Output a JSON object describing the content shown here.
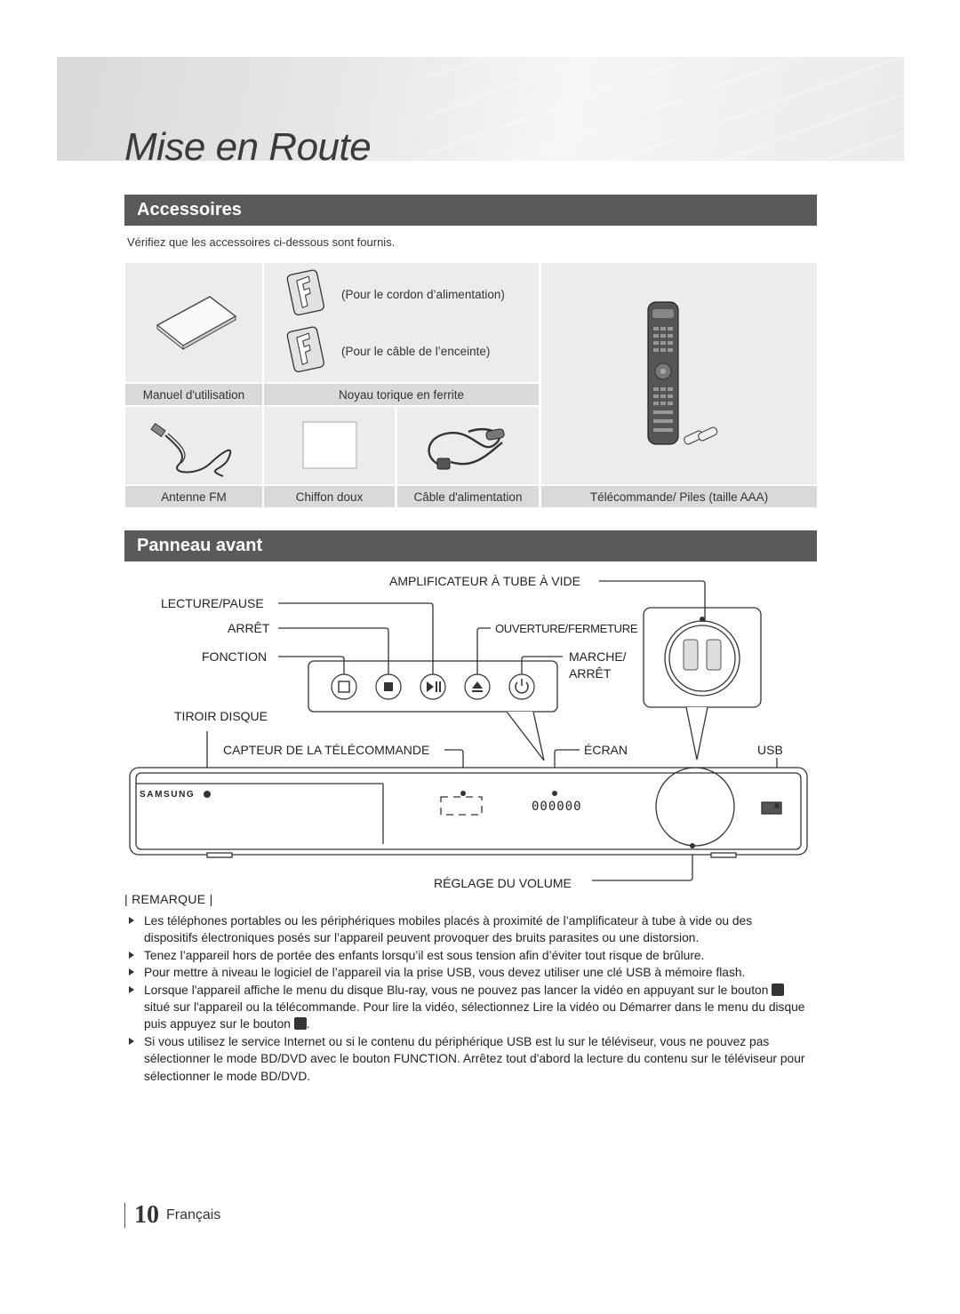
{
  "chapter_title": "Mise en Route",
  "accessories": {
    "section_title": "Accessoires",
    "intro": "Vérifiez que les accessoires ci-dessous sont fournis.",
    "core_note_power": "(Pour le cordon d’alimentation)",
    "core_note_speaker": "(Pour le câble de l’enceinte)",
    "labels": {
      "manual": "Manuel d'utilisation",
      "ferrite": "Noyau torique en ferrite",
      "fm_antenna": "Antenne FM",
      "cloth": "Chiffon doux",
      "power_cable": "Câble d'alimentation",
      "remote": "Télécommande/ Piles (taille AAA)"
    }
  },
  "front_panel": {
    "section_title": "Panneau avant",
    "callouts": {
      "tube_amp": "AMPLIFICATEUR À TUBE À VIDE",
      "play_pause": "LECTURE/PAUSE",
      "stop": "ARRÊT",
      "open_close": "OUVERTURE/FERMETURE",
      "function": "FONCTION",
      "power_1": "MARCHE/",
      "power_2": "ARRÊT",
      "disc_tray": "TIROIR DISQUE",
      "remote_sensor": "CAPTEUR DE LA TÉLÉCOMMANDE",
      "display": "ÉCRAN",
      "usb": "USB",
      "volume": "RÉGLAGE DU VOLUME"
    },
    "brand": "SAMSUNG",
    "display_readout": "000000"
  },
  "remarque": {
    "heading": "| REMARQUE |",
    "items": [
      {
        "parts": [
          {
            "t": "Les téléphones portables ou les périphériques mobiles placés à proximité de l’amplificateur à tube à vide ou des dispositifs électroniques posés sur l’appareil peuvent provoquer des bruits parasites ou une distorsion."
          }
        ]
      },
      {
        "parts": [
          {
            "t": "Tenez l’appareil hors de portée des enfants lorsqu’il est sous tension afin d’éviter tout risque de brûlure."
          }
        ]
      },
      {
        "parts": [
          {
            "t": "Pour mettre à niveau le logiciel de l’appareil via la prise USB, vous devez utiliser une clé USB à mémoire flash."
          }
        ]
      },
      {
        "parts": [
          {
            "t": "Lorsque l'appareil affiche le menu du disque Blu-ray, vous ne pouvez pas lancer la vidéo en appuyant sur le bouton "
          },
          {
            "icon": "play-button-icon"
          },
          {
            "t": " situé sur l'appareil ou la télécommande. Pour lire la vidéo, sélectionnez Lire la vidéo ou Démarrer dans le menu du disque puis appuyez sur le bouton "
          },
          {
            "icon": "enter-button-icon"
          },
          {
            "t": "."
          }
        ]
      },
      {
        "parts": [
          {
            "t": "Si vous utilisez le service Internet ou si le contenu du périphérique USB est lu sur le téléviseur, vous ne pouvez pas sélectionner le mode "
          },
          {
            "t": "BD/DVD",
            "b": true
          },
          {
            "t": " avec le bouton "
          },
          {
            "t": "FUNCTION",
            "b": true
          },
          {
            "t": ". Arrêtez tout d'abord la lecture du contenu sur le téléviseur pour sélectionner le mode "
          },
          {
            "t": "BD/DVD",
            "b": true
          },
          {
            "t": "."
          }
        ]
      }
    ]
  },
  "footer": {
    "page_number": "10",
    "language": "Français"
  }
}
